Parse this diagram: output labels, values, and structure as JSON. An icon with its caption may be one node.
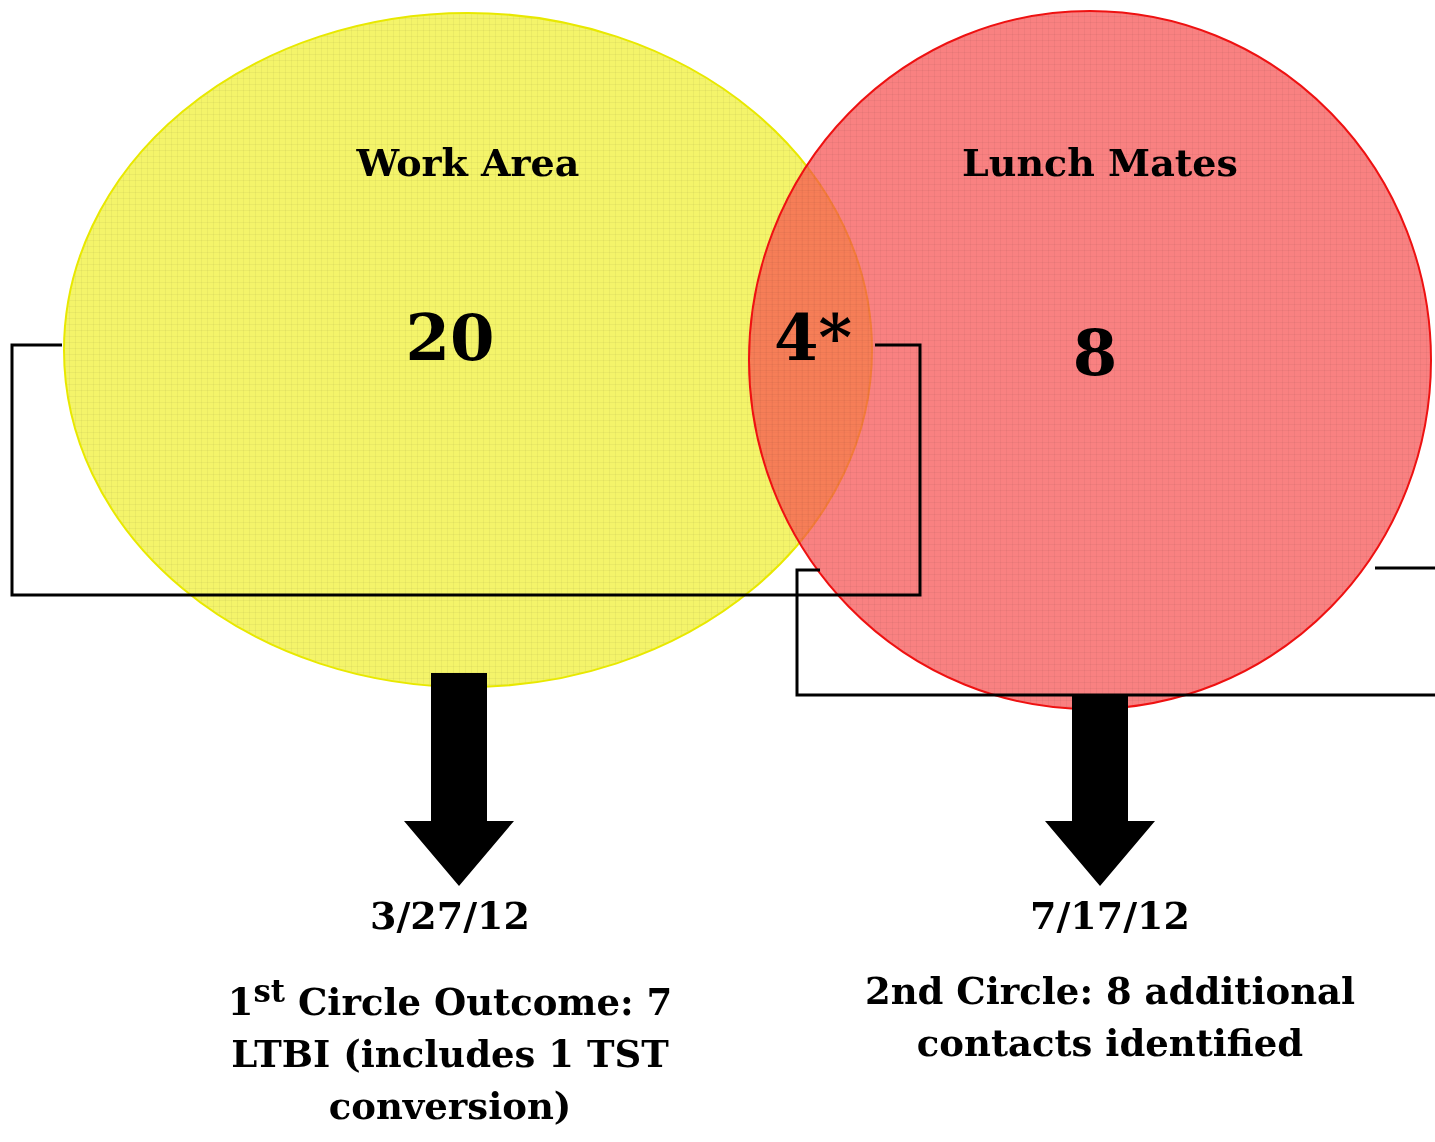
{
  "diagram": {
    "nodes": [
      {
        "text": [
          "Work Area",
          "20"
        ]
      },
      {
        "text": [
          "Lunch Mates",
          "8"
        ]
      },
      {
        "text": [
          "4*"
        ]
      },
      {
        "text": [
          "3/27/12",
          "1$^{st}$ Circle Outcome: 7 LTBI (includes 1 TST conversion)"
        ]
      },
      {
        "text": [
          "7/17/12",
          "2nd Circle: 8 additional contacts identified"
        ]
      }
    ],
    "edges": [
      {
        "from": 0,
        "to": 3,
        "arrow": "to"
      },
      {
        "from": 1,
        "to": 4,
        "arrow": "to"
      }
    ]
  }
}
